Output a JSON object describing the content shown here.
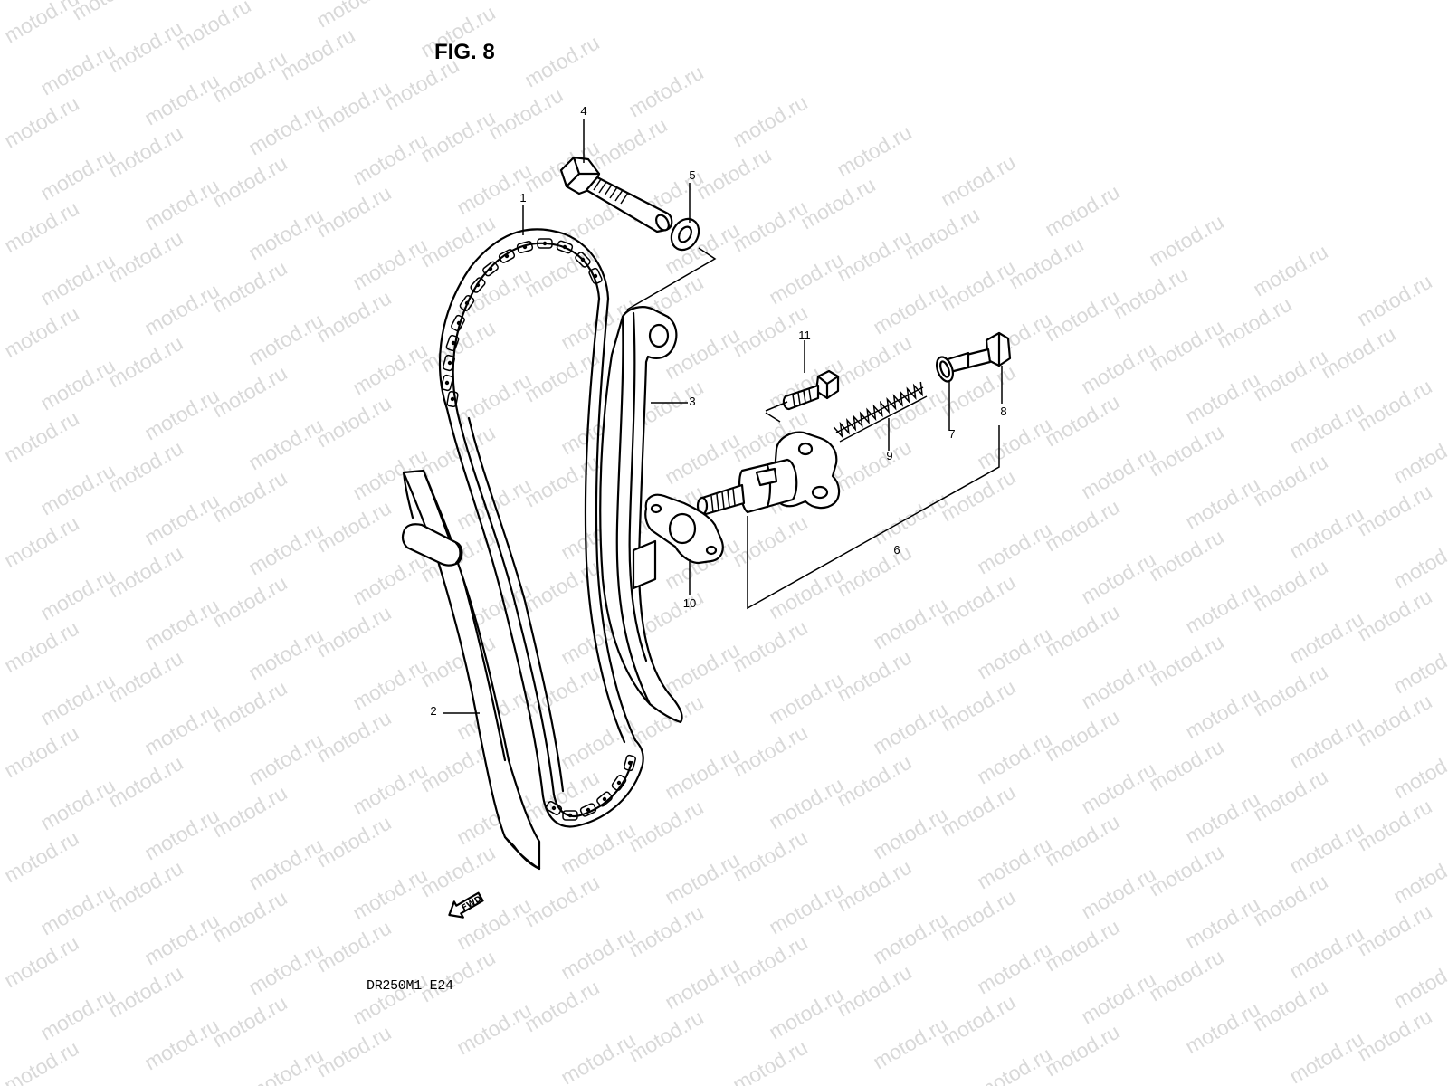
{
  "figure": {
    "title": "FIG. 8",
    "model_code": "DR250M1 E24",
    "fwd_label": "FWD",
    "watermark_text": "motod.ru"
  },
  "callouts": {
    "c1": "1",
    "c2": "2",
    "c3": "3",
    "c4": "4",
    "c5": "5",
    "c6": "6",
    "c7": "7",
    "c8": "8",
    "c9": "9",
    "c10": "10",
    "c11": "11"
  },
  "parts": [
    {
      "number": "1",
      "icon": "cam-chain"
    },
    {
      "number": "2",
      "icon": "chain-guide-rail"
    },
    {
      "number": "3",
      "icon": "chain-tensioner-guide"
    },
    {
      "number": "4",
      "icon": "pivot-bolt"
    },
    {
      "number": "5",
      "icon": "washer"
    },
    {
      "number": "6",
      "icon": "tensioner-assembly"
    },
    {
      "number": "7",
      "icon": "gasket-ring"
    },
    {
      "number": "8",
      "icon": "cap-bolt"
    },
    {
      "number": "9",
      "icon": "spring"
    },
    {
      "number": "10",
      "icon": "gasket"
    },
    {
      "number": "11",
      "icon": "mounting-bolt"
    }
  ],
  "colors": {
    "line": "#000000",
    "watermark": "#d9d9d9",
    "background": "#ffffff"
  }
}
